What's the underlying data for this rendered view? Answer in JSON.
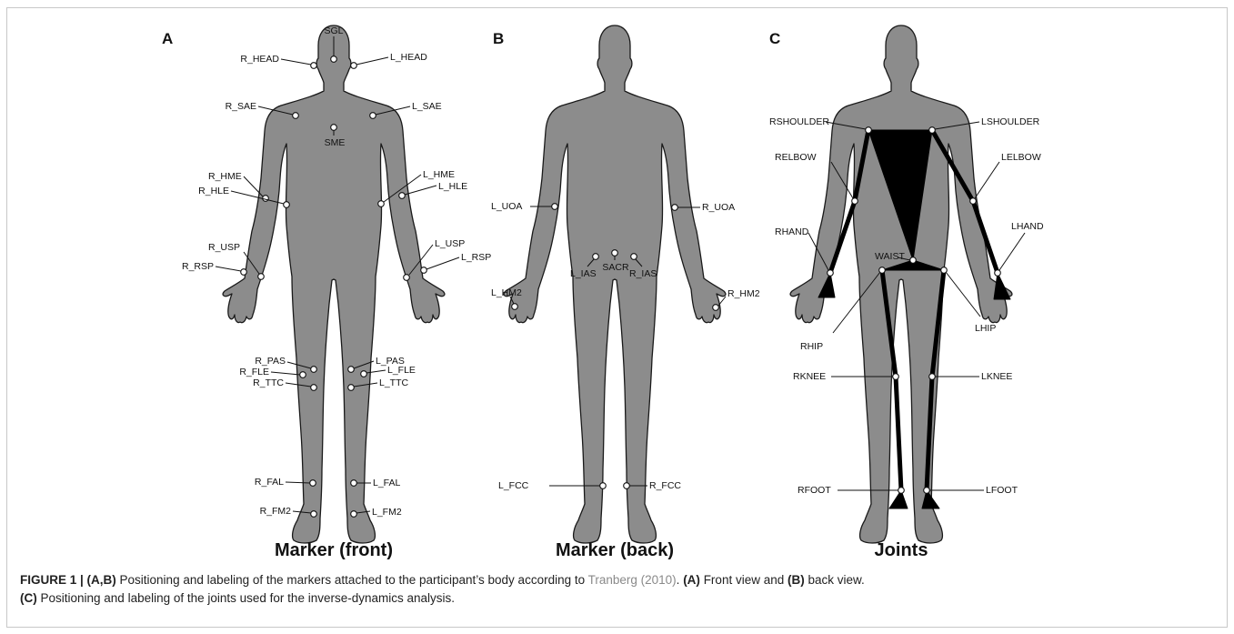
{
  "figure": {
    "panels": [
      {
        "letter": "A",
        "title": "Marker (front)"
      },
      {
        "letter": "B",
        "title": "Marker (back)"
      },
      {
        "letter": "C",
        "title": "Joints"
      }
    ],
    "front_markers": [
      "SGL",
      "R_HEAD",
      "L_HEAD",
      "R_SAE",
      "L_SAE",
      "SME",
      "R_HME",
      "R_HLE",
      "L_HME",
      "L_HLE",
      "R_USP",
      "R_RSP",
      "L_USP",
      "L_RSP",
      "R_PAS",
      "R_FLE",
      "R_TTC",
      "L_PAS",
      "L_FLE",
      "L_TTC",
      "R_FAL",
      "L_FAL",
      "R_FM2",
      "L_FM2"
    ],
    "back_markers": [
      "L_UOA",
      "R_UOA",
      "SACR",
      "L_IAS",
      "R_IAS",
      "L_HM2",
      "R_HM2",
      "L_FCC",
      "R_FCC"
    ],
    "joints": [
      "RSHOULDER",
      "LSHOULDER",
      "RELBOW",
      "LELBOW",
      "RHAND",
      "LHAND",
      "WAIST",
      "RHIP",
      "LHIP",
      "RKNEE",
      "LKNEE",
      "RFOOT",
      "LFOOT"
    ],
    "colors": {
      "body": "#8c8c8c",
      "outline": "#1a1a1a",
      "bone": "#000000"
    }
  },
  "caption": {
    "lead": "FIGURE 1 | (A,B)",
    "part1": " Positioning and labeling of the markers attached to the participant’s body according to ",
    "citation": "Tranberg (2010)",
    "part2": ". ",
    "a_label": "(A)",
    "part3": " Front view and ",
    "b_label": "(B)",
    "part4": " back view.",
    "c_label": "(C)",
    "part5": " Positioning and labeling of the joints used for the inverse-dynamics analysis."
  }
}
